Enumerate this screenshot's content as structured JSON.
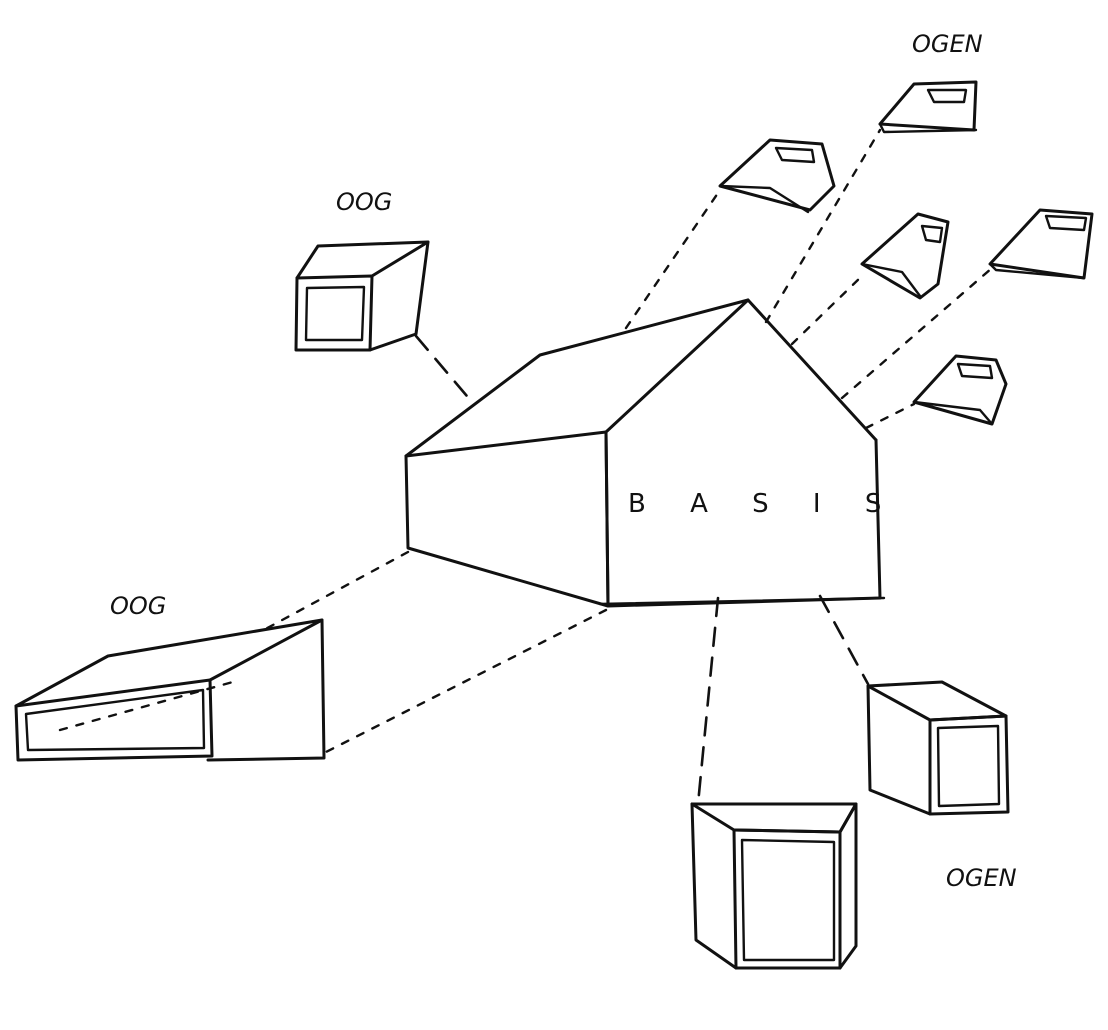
{
  "diagram": {
    "center_label": "B A S I S",
    "labels": {
      "top_right": "OGEN",
      "upper_left": "OOG",
      "lower_left": "OOG",
      "bottom_right": "OGEN"
    },
    "colors": {
      "ink": "#111111",
      "paper": "#ffffff"
    }
  }
}
